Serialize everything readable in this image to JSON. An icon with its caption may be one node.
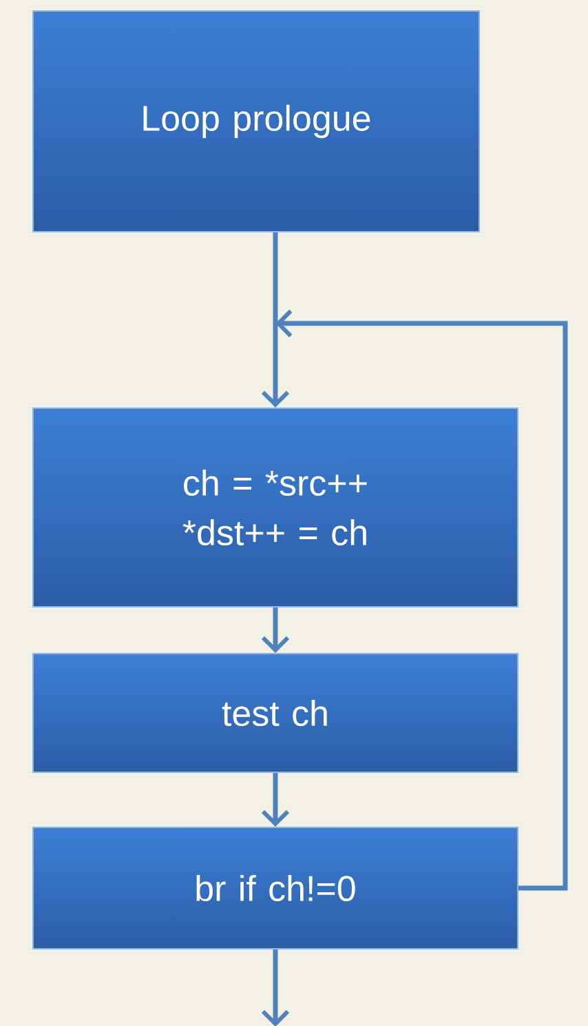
{
  "diagram": {
    "nodes": [
      {
        "text": [
          "Loop prologue"
        ]
      },
      {
        "text": [
          "ch = *src++ *dst++ = ch"
        ]
      },
      {
        "text": [
          "test ch"
        ]
      },
      {
        "text": [
          "br if ch!=0"
        ]
      }
    ],
    "edges": [
      {
        "from": 0,
        "to": 1,
        "arrow": "to"
      },
      {
        "from": 1,
        "to": 2,
        "arrow": "to"
      },
      {
        "from": 2,
        "to": 3,
        "arrow": "to"
      },
      {
        "from": 3,
        "to": 1,
        "arrow": "to"
      },
      {
        "from": 3,
        "to": null,
        "arrow": "to"
      }
    ]
  }
}
